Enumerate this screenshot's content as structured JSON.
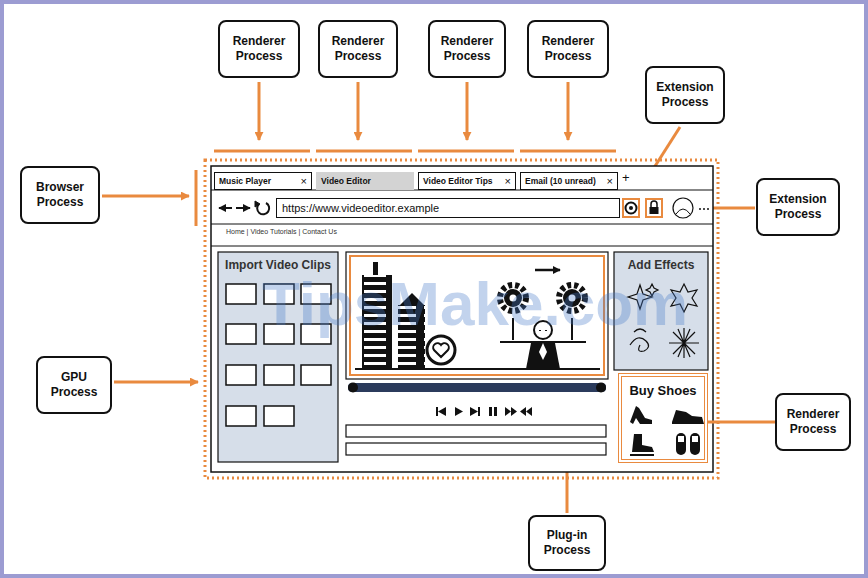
{
  "diagram": {
    "nodes": [
      {
        "text": [
          "Renderer Process"
        ]
      },
      {
        "text": [
          "Renderer Process"
        ]
      },
      {
        "text": [
          "Renderer Process"
        ]
      },
      {
        "text": [
          "Renderer Process"
        ]
      },
      {
        "text": [
          "Extension Process"
        ]
      },
      {
        "text": [
          "Browser Process"
        ]
      },
      {
        "text": [
          "Music Player",
          "×"
        ]
      },
      {
        "text": [
          "Video Editor"
        ]
      },
      {
        "text": [
          "Video Editor Tips",
          "×"
        ]
      },
      {
        "text": [
          "Email (10 unread)",
          "×"
        ]
      },
      {
        "text": [
          "Extension Process"
        ]
      },
      {
        "text": [
          "https://www.videoeditor.example"
        ]
      },
      {
        "text": [
          "GPU Process"
        ]
      },
      {
        "text": [
          "Import Video Clips"
        ]
      },
      {
        "text": [
          "Add Effects"
        ]
      },
      {
        "text": [
          "Buy Shoes"
        ]
      },
      {
        "text": [
          "Renderer Process"
        ]
      },
      {
        "text": [
          "Plug-in Process"
        ]
      }
    ],
    "edges": [
      {
        "from": 16,
        "to": 15,
        "arrow": "none"
      }
    ],
    "labels": [
      "+",
      "Home | Video Tutorials | Contact Us",
      "TipsMake.com"
    ]
  }
}
